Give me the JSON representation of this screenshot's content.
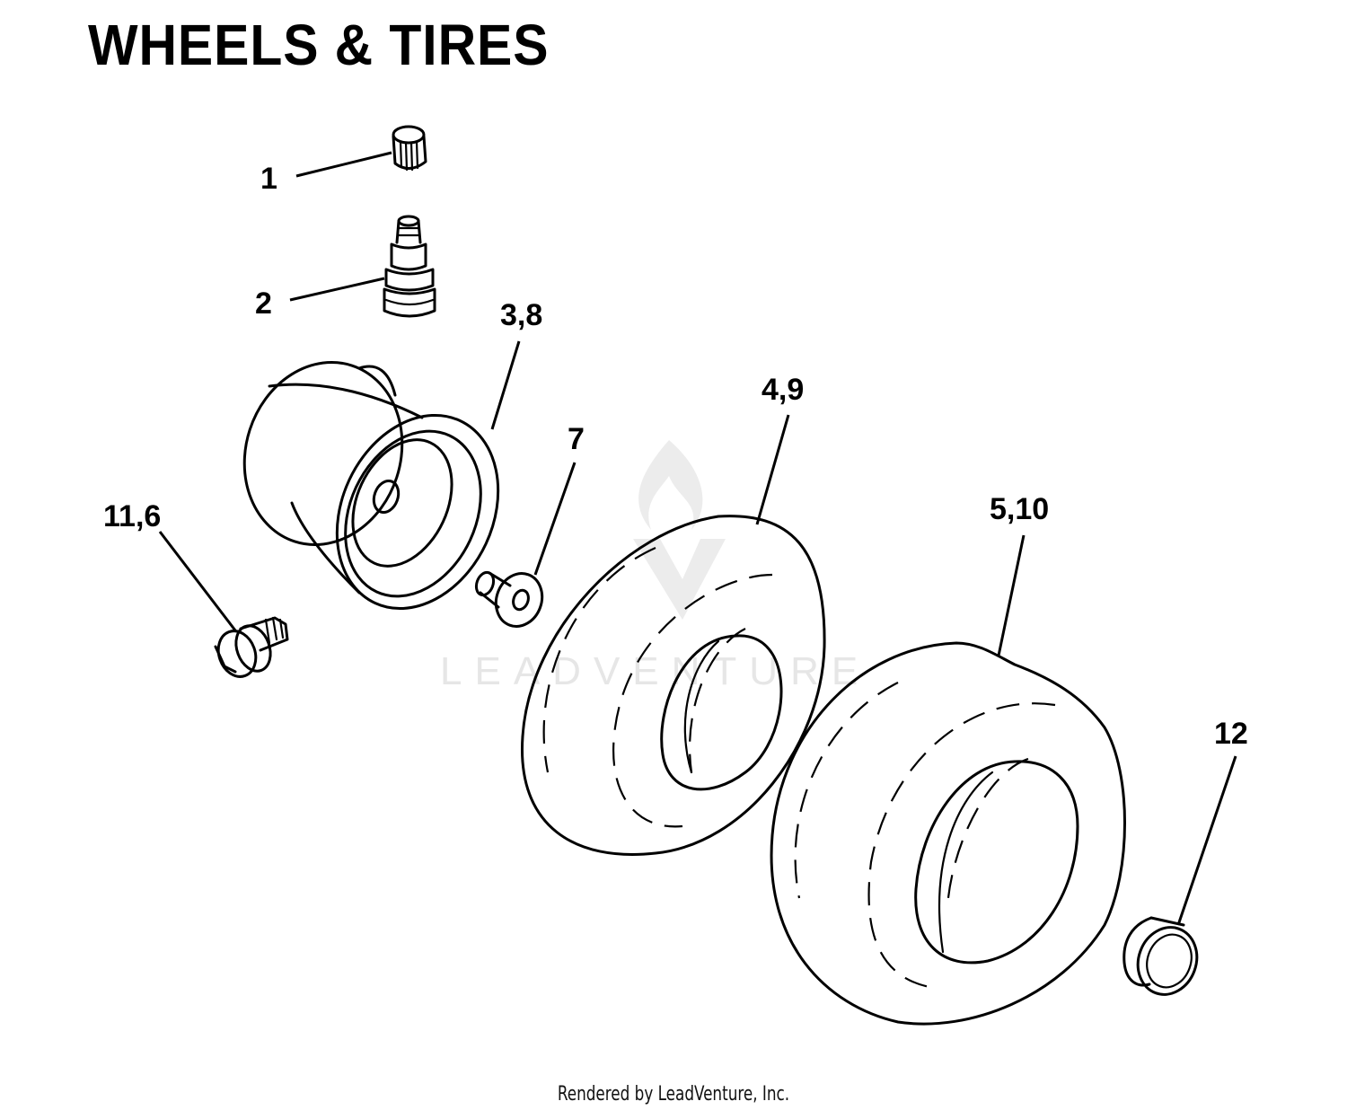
{
  "title": "WHEELS & TIRES",
  "watermark": {
    "text": "LEADVENTURE",
    "logo_icon": "leadventure-flame-logo"
  },
  "callouts": {
    "c1": "1",
    "c2": "2",
    "c38": "3,8",
    "c49": "4,9",
    "c510": "5,10",
    "c7": "7",
    "c116": "11,6",
    "c12": "12"
  },
  "parts": [
    "valve-cap",
    "valve-stem",
    "wheel-rim",
    "bushing",
    "front-tire",
    "rear-tire",
    "lug-bolt",
    "cap-plug"
  ],
  "footer": "Rendered by LeadVenture, Inc."
}
